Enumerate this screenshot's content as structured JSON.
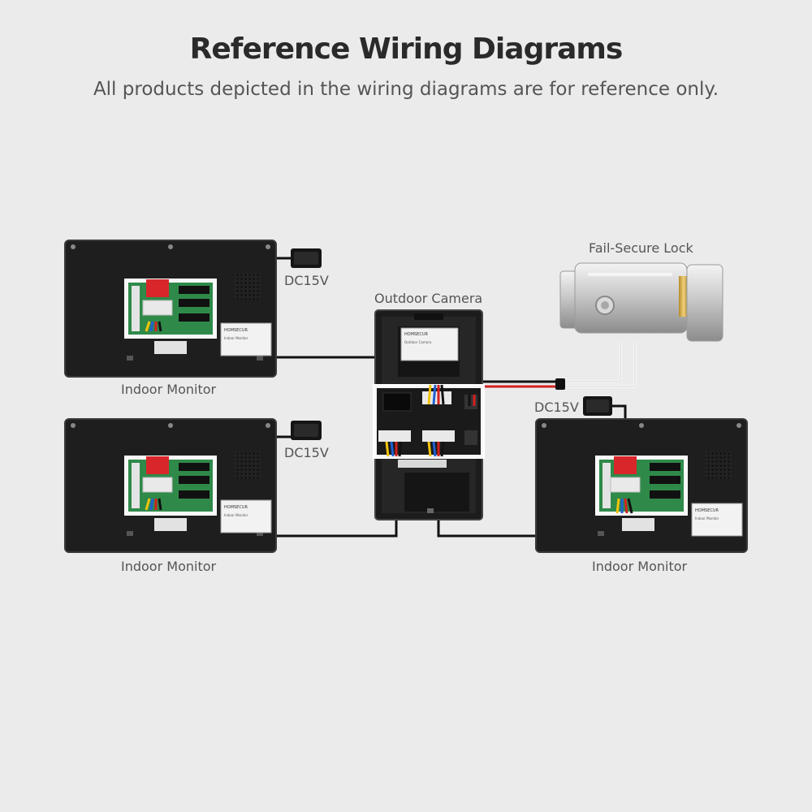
{
  "header": {
    "title": "Reference Wiring Diagrams",
    "subtitle": "All products depicted in the wiring diagrams are for reference only."
  },
  "labels": {
    "monitor_1": "Indoor Monitor",
    "monitor_2": "Indoor Monitor",
    "monitor_3": "Indoor Monitor",
    "power_1": "DC15V",
    "power_2": "DC15V",
    "power_3": "DC15V",
    "camera": "Outdoor Camera",
    "lock": "Fail-Secure Lock"
  },
  "device_stickers": {
    "monitor_brand": "HOMSECUR",
    "monitor_model": "Indoor Monitor",
    "camera_brand": "HOMSECUR",
    "camera_model": "Outdoor Camera"
  },
  "colors": {
    "background": "#ebebeb",
    "device_body": "#1e1e1e",
    "pcb": "#2f8a4a",
    "wire_black": "#111111",
    "wire_red": "#d22020",
    "wire_yellow": "#f2c40c",
    "wire_blue": "#2060d0",
    "connector_red": "#d8262a"
  }
}
